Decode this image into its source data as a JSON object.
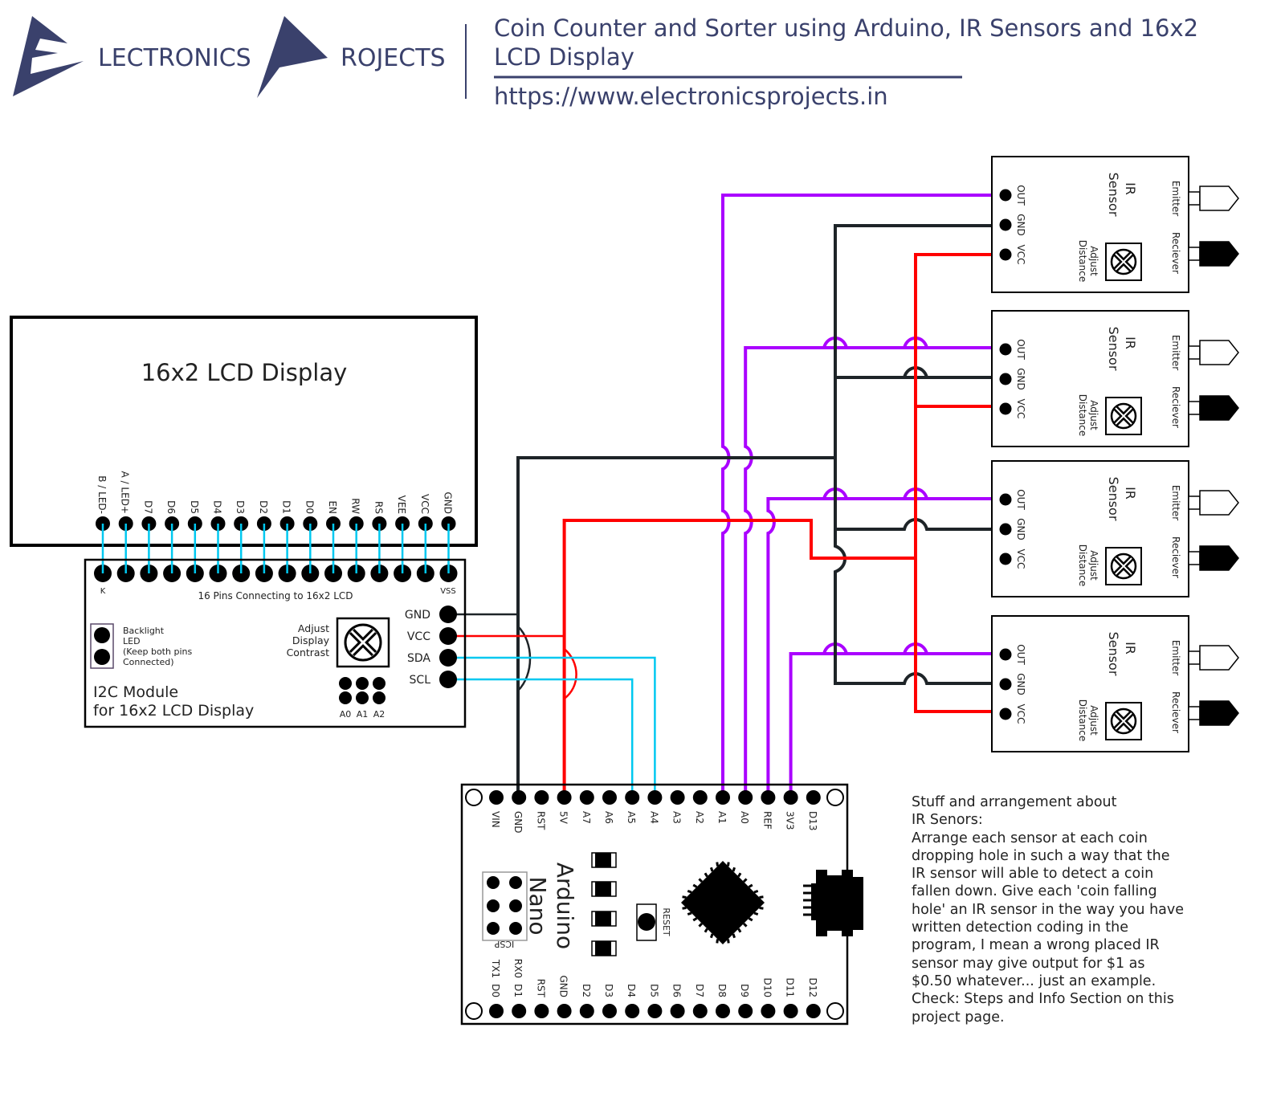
{
  "header": {
    "logo_word1": "LECTRONICS",
    "logo_word2": "ROJECTS",
    "title_line1": "Coin Counter and Sorter using Arduino, IR Sensors and 16x2",
    "title_line2": "LCD Display",
    "url": "https://www.electronicsprojects.in",
    "brand_color": "#3a416c"
  },
  "wire_colors": {
    "signal": "#aa00ff",
    "ground": "#1e2428",
    "power": "#ff0000",
    "i2c": "#00c8f0",
    "lcd_bus": "#00c8f0"
  },
  "lcd": {
    "title": "16x2 LCD Display",
    "pins": [
      "B / LED-",
      "A / LED+",
      "D7",
      "D6",
      "D5",
      "D4",
      "D3",
      "D2",
      "D1",
      "D0",
      "EN",
      "RW",
      "RS",
      "VEE",
      "VCC",
      "GND"
    ]
  },
  "i2c_module": {
    "pin_left_label": "K",
    "pin_right_label": "VSS",
    "header_caption": "16 Pins Connecting to 16x2 LCD",
    "backlight_label": "Backlight\nLED\n(Keep both pins\nConnected)",
    "contrast_label": "Adjust\nDisplay\nContrast",
    "title_line1": "I2C Module",
    "title_line2": "for 16x2 LCD Display",
    "addr_labels": [
      "A0",
      "A1",
      "A2"
    ],
    "pins": [
      "GND",
      "VCC",
      "SDA",
      "SCL"
    ]
  },
  "ir_sensors": [
    {
      "title_line1": "IR",
      "title_line2": "Sensor",
      "pins": [
        "OUT",
        "GND",
        "VCC"
      ],
      "adjust_line1": "Adjust",
      "adjust_line2": "Distance",
      "emitter": "Emitter",
      "receiver": "Reciever",
      "out_to": "A1"
    },
    {
      "title_line1": "IR",
      "title_line2": "Sensor",
      "pins": [
        "OUT",
        "GND",
        "VCC"
      ],
      "adjust_line1": "Adjust",
      "adjust_line2": "Distance",
      "emitter": "Emitter",
      "receiver": "Reciever",
      "out_to": "A0"
    },
    {
      "title_line1": "IR",
      "title_line2": "Sensor",
      "pins": [
        "OUT",
        "GND",
        "VCC"
      ],
      "adjust_line1": "Adjust",
      "adjust_line2": "Distance",
      "emitter": "Emitter",
      "receiver": "Reciever",
      "out_to": "REF"
    },
    {
      "title_line1": "IR",
      "title_line2": "Sensor",
      "pins": [
        "OUT",
        "GND",
        "VCC"
      ],
      "adjust_line1": "Adjust",
      "adjust_line2": "Distance",
      "emitter": "Emitter",
      "receiver": "Reciever",
      "out_to": "3V3"
    }
  ],
  "arduino": {
    "name_line1": "Arduino",
    "name_line2": "Nano",
    "reset_label": "RESET",
    "icsp_label": "ICSP",
    "top_pins": [
      "VIN",
      "GND",
      "RST",
      "5V",
      "A7",
      "A6",
      "A5",
      "A4",
      "A3",
      "A2",
      "A1",
      "A0",
      "REF",
      "3V3",
      "D13"
    ],
    "bottom_pins": [
      "TX1 D0",
      "RX0 D1",
      "RST",
      "GND",
      "D2",
      "D3",
      "D4",
      "D5",
      "D6",
      "D7",
      "D8",
      "D9",
      "D10",
      "D11",
      "D12"
    ]
  },
  "connections": [
    {
      "from": "I2C GND",
      "to": "Arduino GND",
      "color": "ground"
    },
    {
      "from": "I2C VCC",
      "to": "Arduino 5V",
      "color": "power"
    },
    {
      "from": "I2C SDA",
      "to": "Arduino A4",
      "color": "i2c"
    },
    {
      "from": "I2C SCL",
      "to": "Arduino A5",
      "color": "i2c"
    },
    {
      "from": "IR1 OUT",
      "to": "Arduino A1",
      "color": "signal"
    },
    {
      "from": "IR2 OUT",
      "to": "Arduino A0",
      "color": "signal"
    },
    {
      "from": "IR3 OUT",
      "to": "Arduino REF",
      "color": "signal"
    },
    {
      "from": "IR4 OUT",
      "to": "Arduino 3V3",
      "color": "signal"
    },
    {
      "from": "IR GND (all)",
      "to": "Arduino GND",
      "color": "ground"
    },
    {
      "from": "IR VCC (all)",
      "to": "Arduino 5V",
      "color": "power"
    }
  ],
  "note": {
    "text": "Stuff and arrangement about\nIR Senors:\nArrange each sensor at each coin\ndropping hole in such a way that the\nIR sensor will able to detect a coin\nfallen down. Give each 'coin falling\nhole' an IR sensor in the way you have\nwritten detection coding in the\nprogram, I mean a wrong placed IR\nsensor may give output for $1 as\n$0.50 whatever... just an example.\nCheck: Steps and Info Section on this\nproject page."
  }
}
